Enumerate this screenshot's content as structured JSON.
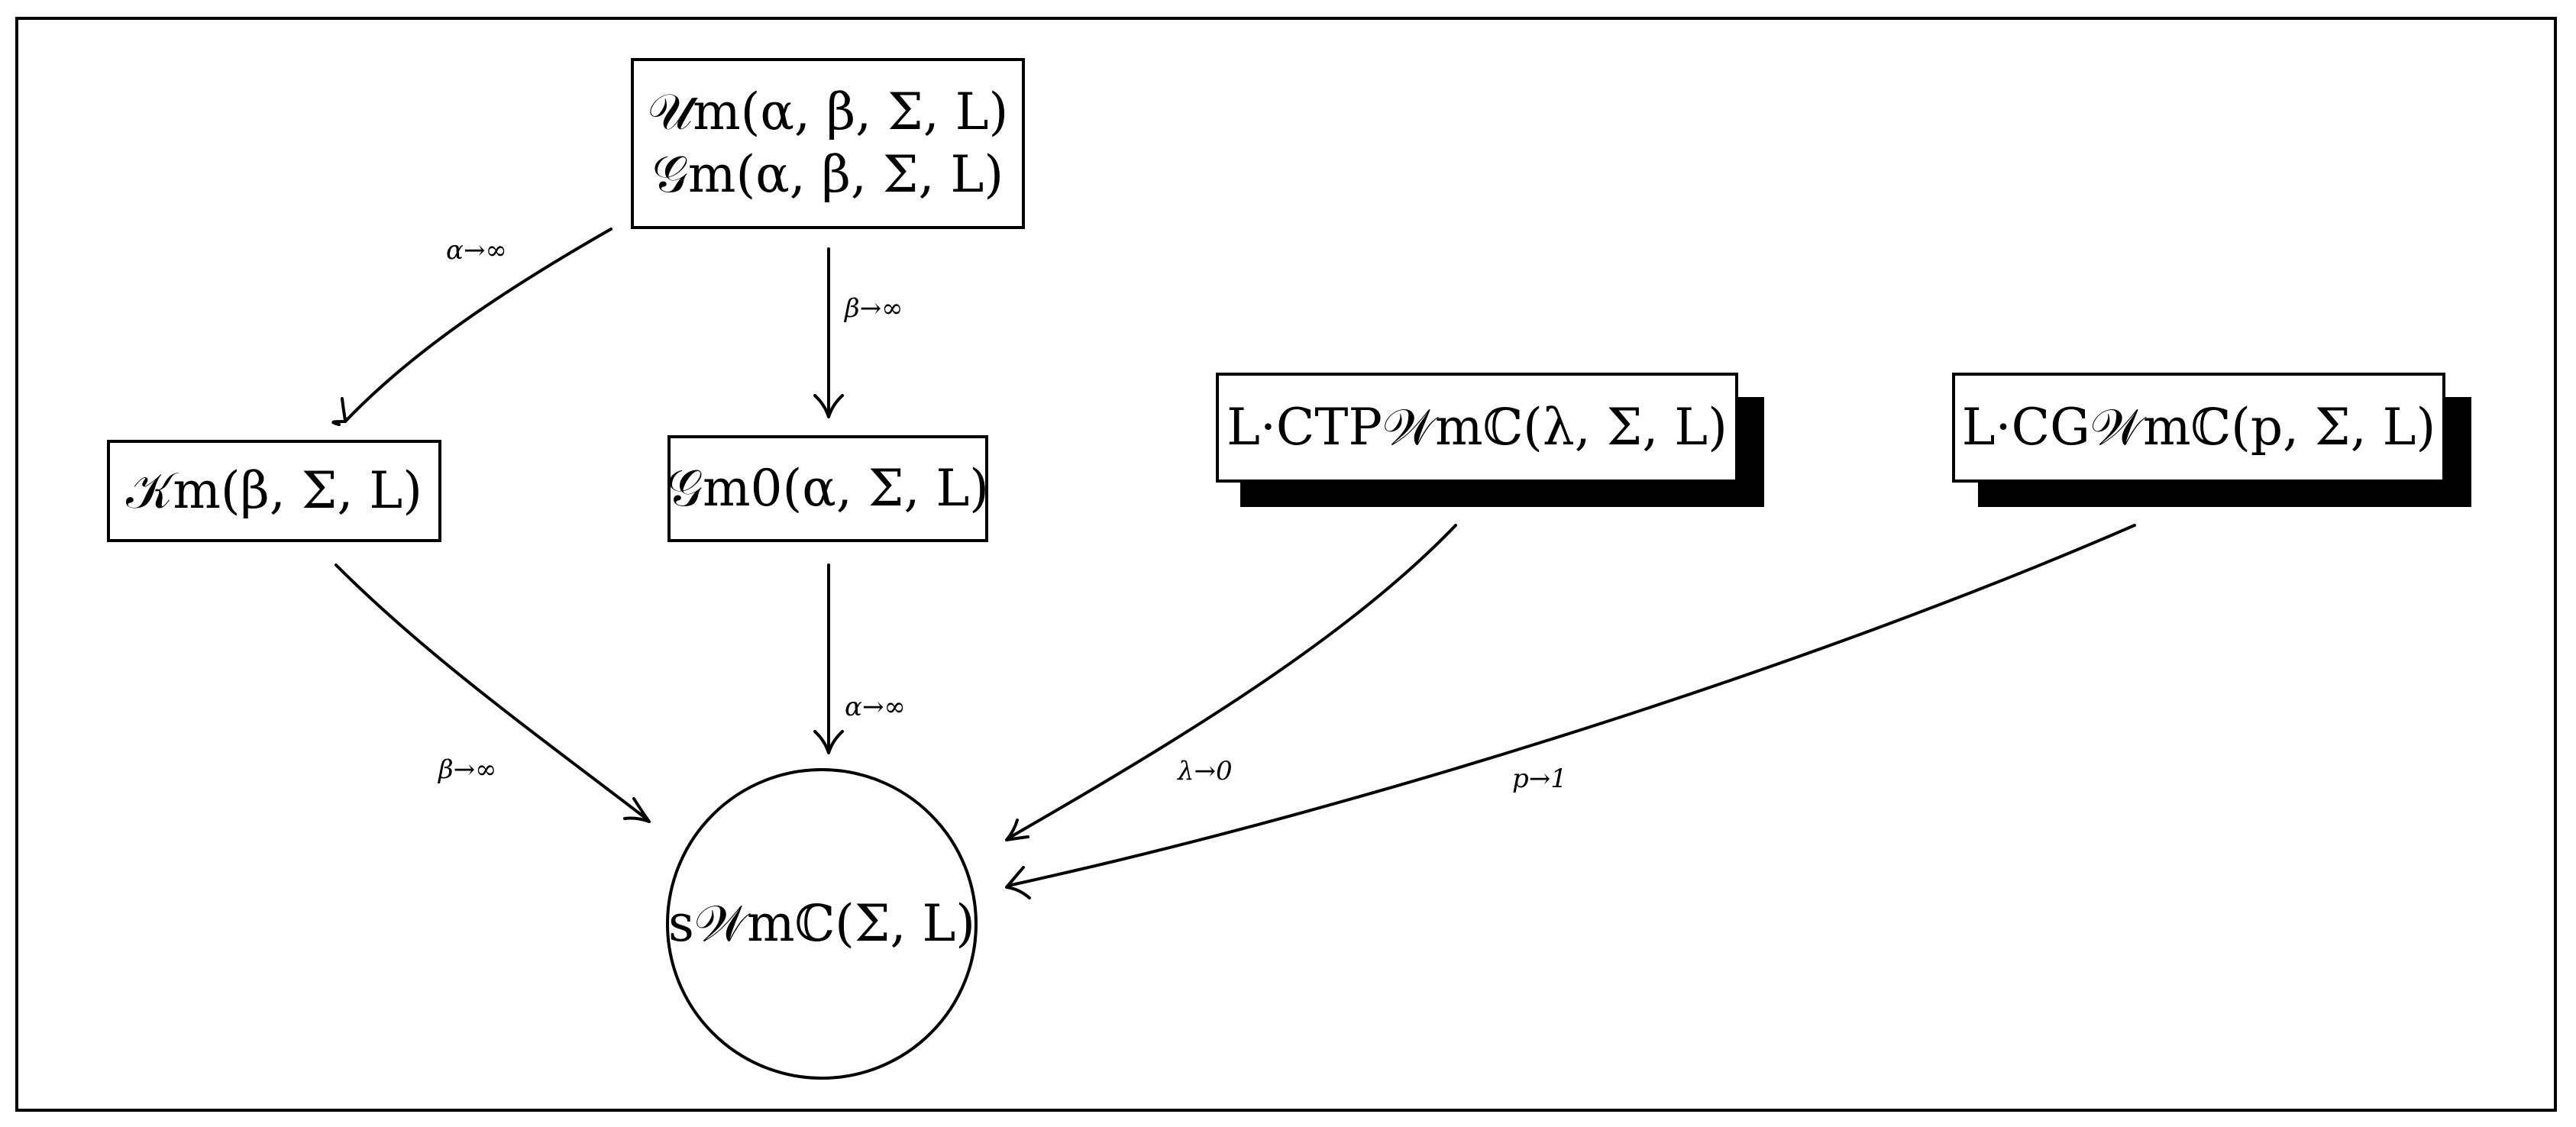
{
  "nodes": {
    "top_line1": "𝒰m(α, β, Σ, L)",
    "top_line2": "𝒢m(α, β, Σ, L)",
    "k": "𝒦m(β, Σ, L)",
    "g0": "𝒢m0(α, Σ, L)",
    "ctp": "L·CTP𝒲mℂ(λ, Σ, L)",
    "cg": "L·CG𝒲mℂ(p, Σ, L)",
    "sw": "s𝒲mℂ(Σ, L)"
  },
  "edge_labels": {
    "alpha_to_inf_left": "α→∞",
    "beta_to_inf_top": "β→∞",
    "beta_to_inf_bottom": "β→∞",
    "alpha_to_inf_bottom": "α→∞",
    "lambda_to_zero": "λ→0",
    "p_to_one": "p→1"
  }
}
